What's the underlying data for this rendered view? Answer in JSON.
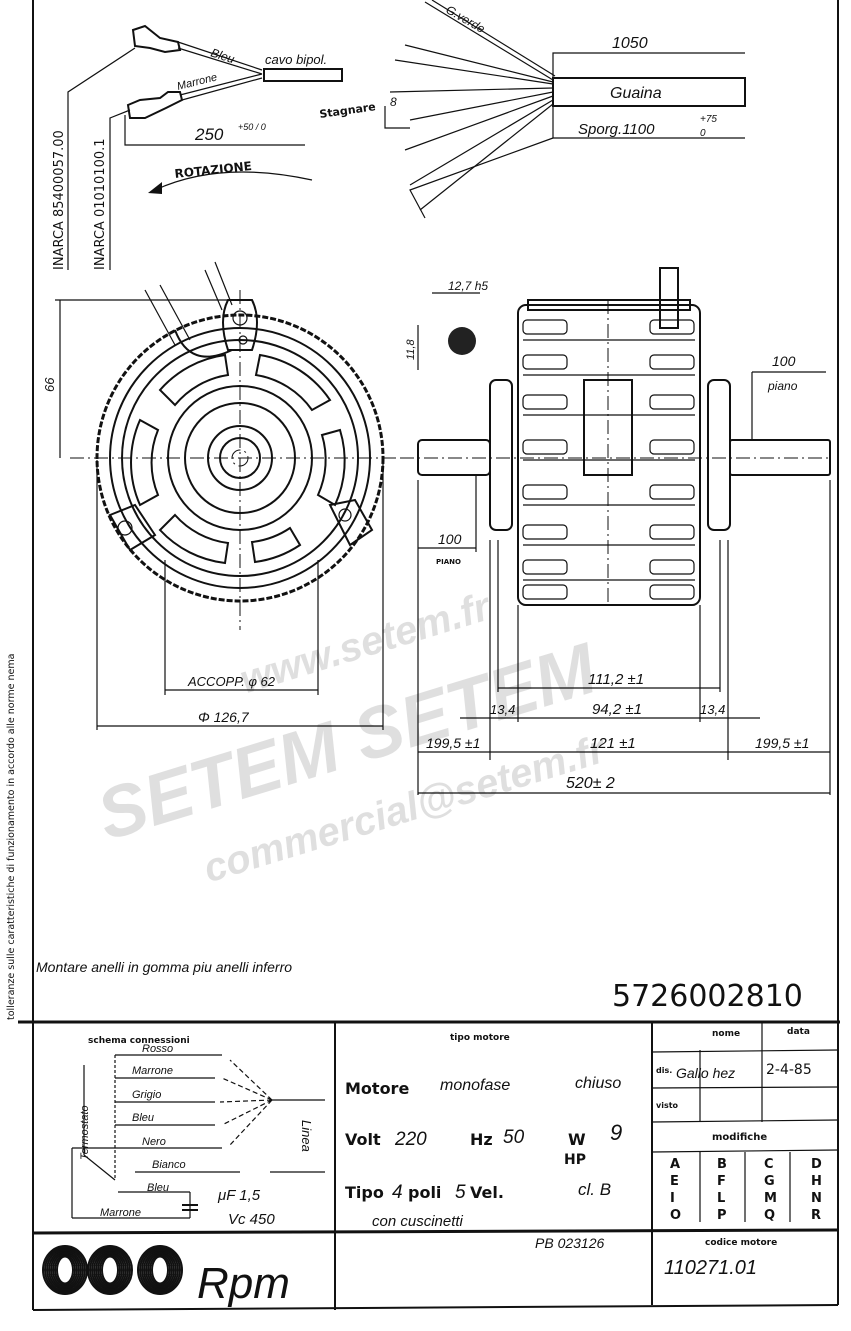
{
  "side_note": "tolleranze sulle caratteristiche di funzionamento in accordo alle norme nema",
  "wiring_top": {
    "bleu": "Bleu",
    "marrone": "Marrone",
    "cavo": "cavo bipol.",
    "inarca1": "INARCA 85400057.00",
    "inarca2": "INARCA 01010100.1",
    "dim_250": "250",
    "dim_250_tol": "+50 / 0",
    "rotazione": "ROTAZIONE",
    "g_verde": "G.verde",
    "dim_1050": "1050",
    "guaina": "Guaina",
    "stagnare": "Stagnare",
    "stagnare_val": "8",
    "sporg": "Sporg.1100",
    "sporg_tol_up": "+75",
    "sporg_tol_dn": "0"
  },
  "front_view": {
    "dim_66": "66",
    "accopp": "ACCOPP. φ 62",
    "diam": "Φ 126,7"
  },
  "side_view": {
    "shaft": "12,7 h5",
    "flat": "11,8",
    "piano_right_val": "100",
    "piano_right": "piano",
    "piano_left_val": "100",
    "piano_left": "PIANO",
    "d111": "111,2 ±1",
    "d94": "94,2 ±1",
    "d13l": "13,4",
    "d13r": "13,4",
    "d199l": "199,5 ±1",
    "d121": "121  ±1",
    "d199r": "199,5 ±1",
    "d520": "520± 2"
  },
  "note": "Montare anelli in gomma piu anelli inferro",
  "drawing_number": "5726002810",
  "schema": {
    "title": "schema connessioni",
    "wires": [
      "Rosso",
      "Marrone",
      "Grigio",
      "Bleu",
      "Nero",
      "Bianco",
      "Bleu",
      "Marrone"
    ],
    "termostato": "Termostato",
    "linea": "Linea",
    "cap1": "μF 1,5",
    "cap2": "Vc 450"
  },
  "tipo_motore": {
    "header": "tipo motore",
    "motore_label": "Motore",
    "motore_val1": "monofase",
    "motore_val2": "chiuso",
    "volt_label": "Volt",
    "volt": "220",
    "hz_label": "Hz",
    "hz": "50",
    "w_label": "W",
    "w": "9",
    "hp_label": "HP",
    "tipo_label": "Tipo",
    "poli": "4",
    "poli_label": "poli",
    "vel": "5",
    "vel_label": "Vel.",
    "classe": "cl. B",
    "cuscinetti": "con cuscinetti",
    "pb": "PB 023126"
  },
  "revision_block": {
    "nome": "nome",
    "data": "data",
    "dis": "dis.",
    "dis_signature": "Gallo hez",
    "dis_date": "2-4-85",
    "visto": "visto",
    "modifiche": "modifiche",
    "letters": [
      "A",
      "B",
      "C",
      "D",
      "E",
      "F",
      "G",
      "H",
      "I",
      "L",
      "M",
      "N",
      "O",
      "P",
      "Q",
      "R"
    ],
    "codice_label": "codice motore",
    "codice": "110271.01"
  },
  "logo": {
    "text": "Rpm"
  },
  "watermark": {
    "line1": "www.setem.fr",
    "line2": "SETEM  SETEM",
    "line3": "commercial@setem.fr"
  }
}
